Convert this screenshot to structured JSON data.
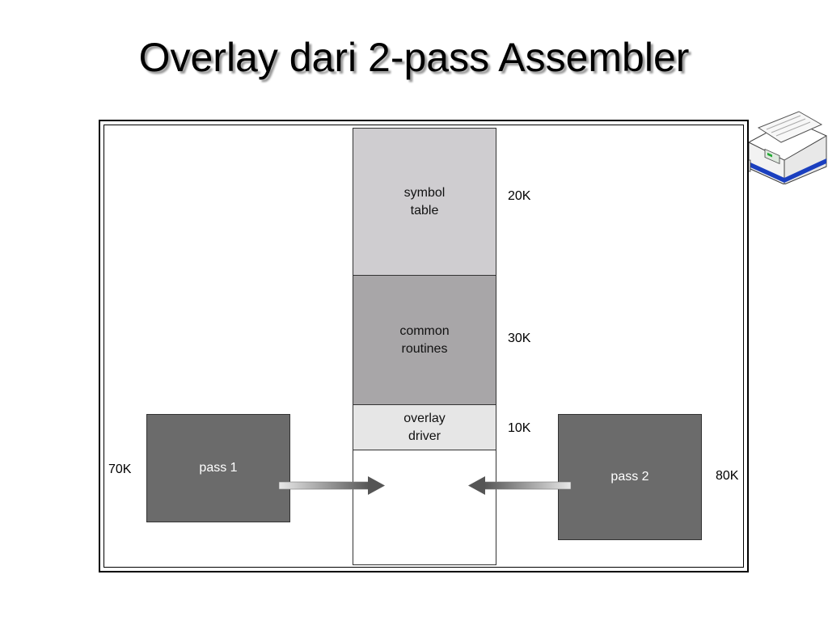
{
  "slide": {
    "title": "Overlay dari 2-pass Assembler"
  },
  "decoration": {
    "icon": "printer-icon"
  },
  "diagram": {
    "memory_blocks": [
      {
        "label": "symbol\ntable",
        "size": "20K",
        "color": "#cfcdd0"
      },
      {
        "label": "common\nroutines",
        "size": "30K",
        "color": "#a8a6a8"
      },
      {
        "label": "overlay\ndriver",
        "size": "10K",
        "color": "#e6e6e6"
      },
      {
        "label": "",
        "size": "",
        "color": "#ffffff"
      }
    ],
    "pass1": {
      "label": "pass 1",
      "size": "70K",
      "color": "#6b6b6b"
    },
    "pass2": {
      "label": "pass 2",
      "size": "80K",
      "color": "#6b6b6b"
    }
  }
}
